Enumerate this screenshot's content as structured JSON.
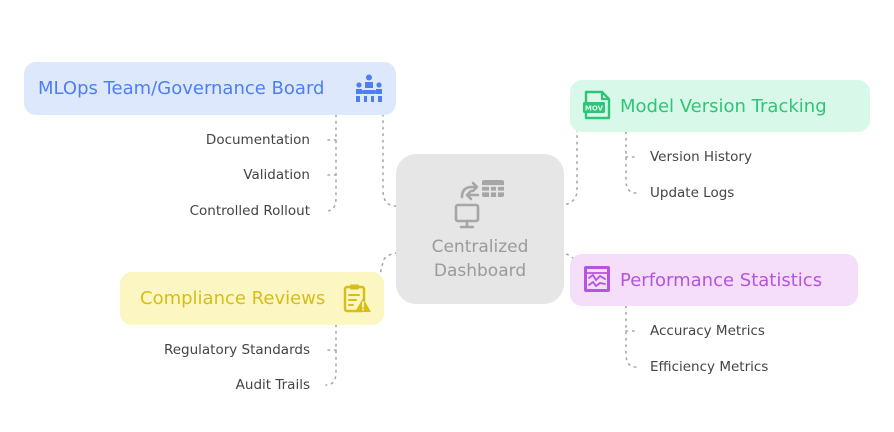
{
  "center": {
    "label_line1": "Centralized",
    "label_line2": "Dashboard",
    "icon": "dashboard-sync-icon",
    "color": "#e6e6e6"
  },
  "branches": {
    "mlops": {
      "title": "MLOps Team/Governance Board",
      "icon": "team-meeting-icon",
      "color": "#4f7ef0",
      "items": [
        "Documentation",
        "Validation",
        "Controlled Rollout"
      ]
    },
    "model_version": {
      "title": "Model Version Tracking",
      "icon": "mov-file-icon",
      "color": "#2fc477",
      "items": [
        "Version History",
        "Update Logs"
      ]
    },
    "performance": {
      "title": "Performance Statistics",
      "icon": "performance-chart-icon",
      "color": "#b653df",
      "items": [
        "Accuracy Metrics",
        "Efficiency Metrics"
      ]
    },
    "compliance": {
      "title": "Compliance Reviews",
      "icon": "clipboard-warning-icon",
      "color": "#d6be16",
      "items": [
        "Regulatory Standards",
        "Audit Trails"
      ]
    }
  }
}
